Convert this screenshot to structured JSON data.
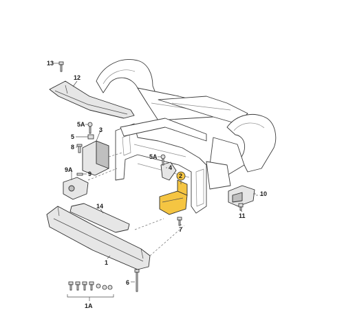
{
  "highlight_color": "#f5c542",
  "callouts": [
    {
      "id": "13",
      "text": "13"
    },
    {
      "id": "12",
      "text": "12"
    },
    {
      "id": "5A-top",
      "text": "5A"
    },
    {
      "id": "3",
      "text": "3"
    },
    {
      "id": "5",
      "text": "5"
    },
    {
      "id": "8",
      "text": "8"
    },
    {
      "id": "9A",
      "text": "9A"
    },
    {
      "id": "9",
      "text": "9"
    },
    {
      "id": "5A-mid",
      "text": "5A"
    },
    {
      "id": "4",
      "text": "4"
    },
    {
      "id": "2",
      "text": "2"
    },
    {
      "id": "14",
      "text": "14"
    },
    {
      "id": "7",
      "text": "7"
    },
    {
      "id": "10",
      "text": "10"
    },
    {
      "id": "11",
      "text": "11"
    },
    {
      "id": "1",
      "text": "1"
    },
    {
      "id": "6",
      "text": "6"
    },
    {
      "id": "1A",
      "text": "1A"
    }
  ]
}
